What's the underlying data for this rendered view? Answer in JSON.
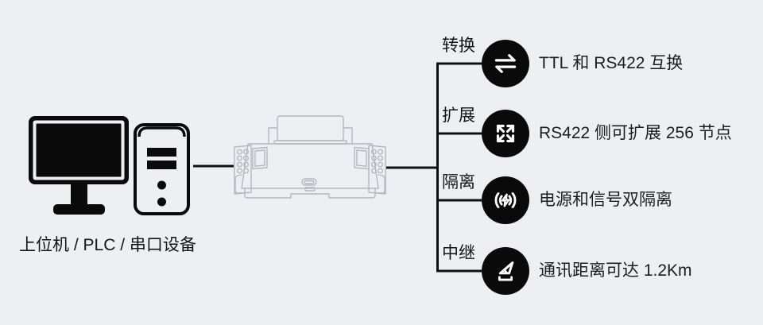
{
  "colors": {
    "background": "#edeff2",
    "ink": "#0a0a0a",
    "connector": "#101010",
    "device_outline": "#b4b8be",
    "icon_glyph": "#ffffff"
  },
  "left_group": {
    "caption": "上位机 / PLC / 串口设备",
    "computer_icon": "desktop-computer-icon",
    "device_icon": "din-rail-converter-illustration"
  },
  "features": [
    {
      "label": "转换",
      "icon": "swap-arrows-icon",
      "text": "TTL 和 RS422 互换"
    },
    {
      "label": "扩展",
      "icon": "expand-arrows-icon",
      "text": "RS422 侧可扩展 256 节点"
    },
    {
      "label": "隔离",
      "icon": "isolation-signal-icon",
      "text": "电源和信号双隔离"
    },
    {
      "label": "中继",
      "icon": "paper-plane-icon",
      "text": "通讯距离可达 1.2Km"
    }
  ]
}
